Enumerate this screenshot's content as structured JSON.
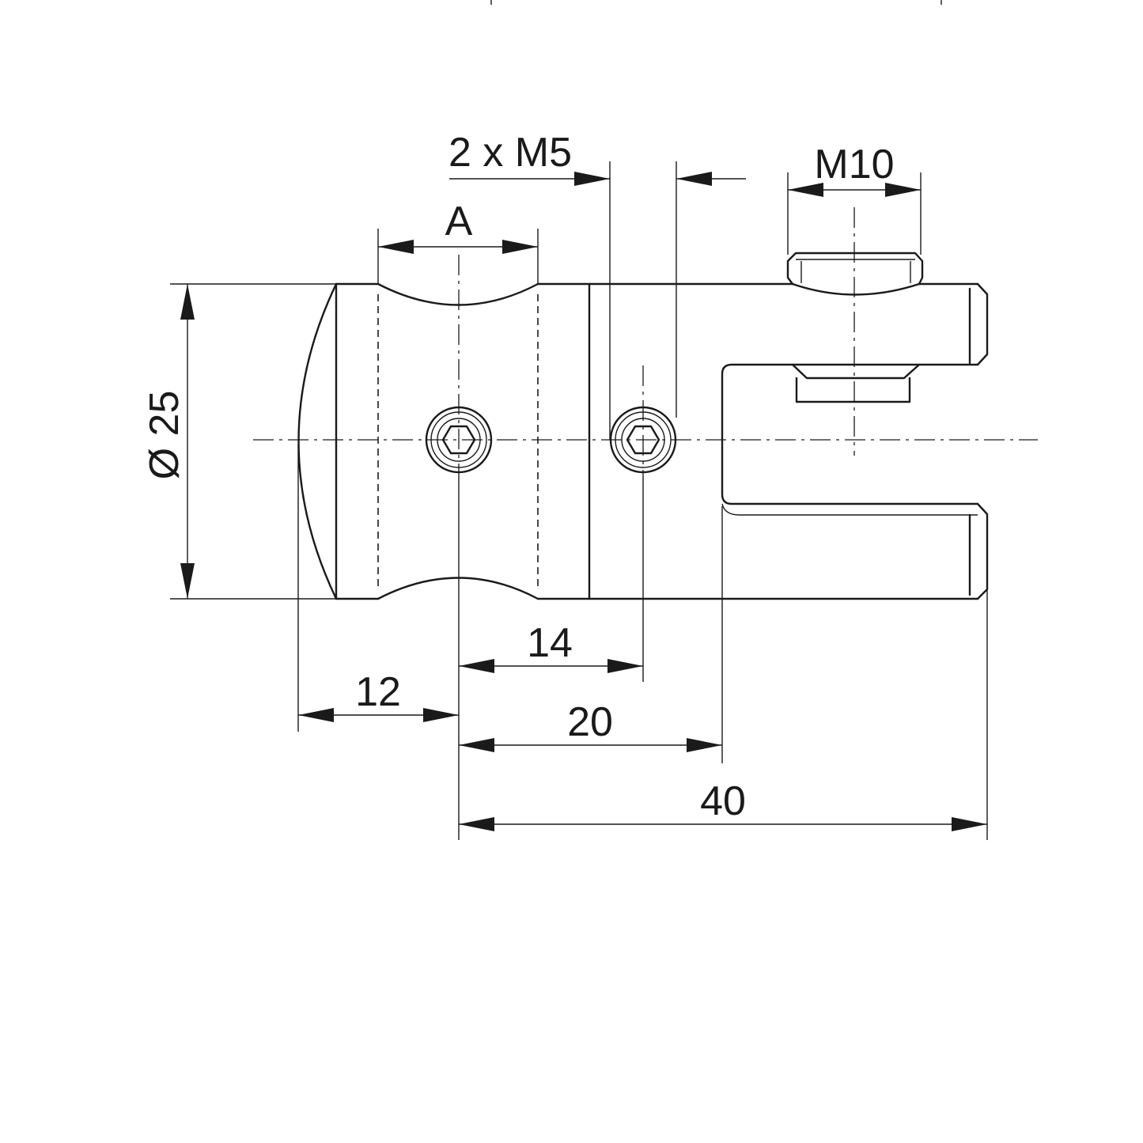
{
  "colors": {
    "ink": "#1a1a1a",
    "background": "#ffffff"
  },
  "dimensions": {
    "thread_set_screws": "2 x M5",
    "thread_large": "M10",
    "groove_width": "A",
    "diameter": "Ø 25",
    "screw_spacing": "14",
    "tip_offset": "12",
    "slot_position": "20",
    "overall_length": "40"
  }
}
